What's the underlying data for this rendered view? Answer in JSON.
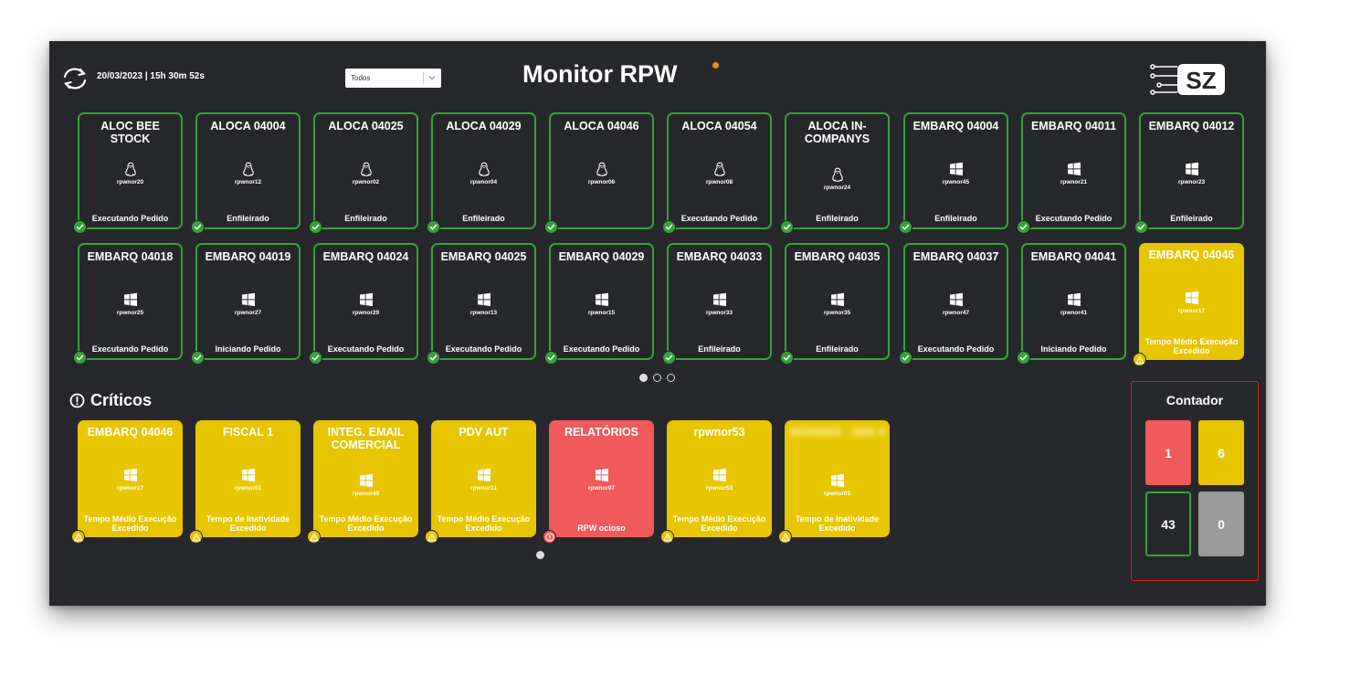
{
  "header": {
    "datetime": "20/03/2023 | 15h 30m 52s",
    "filter_value": "Todos",
    "title": "Monitor RPW",
    "logo_text": "SZ"
  },
  "colors": {
    "ok": "#35a33b",
    "warning": "#e8c501",
    "critical": "#f05a5a",
    "background": "#27282b",
    "idle": "#9a9a9a"
  },
  "grid": [
    {
      "name": "ALOC BEE STOCK",
      "os": "linux-icon",
      "host": "rpwnor20",
      "status": "Executando Pedido",
      "state": "ok"
    },
    {
      "name": "ALOCA 04004",
      "os": "linux-icon",
      "host": "rpwnor12",
      "status": "Enfileirado",
      "state": "ok"
    },
    {
      "name": "ALOCA 04025",
      "os": "linux-icon",
      "host": "rpwnor02",
      "status": "Enfileirado",
      "state": "ok"
    },
    {
      "name": "ALOCA 04029",
      "os": "linux-icon",
      "host": "rpwnor04",
      "status": "Enfileirado",
      "state": "ok"
    },
    {
      "name": "ALOCA 04046",
      "os": "linux-icon",
      "host": "rpwnor06",
      "status": "",
      "state": "ok"
    },
    {
      "name": "ALOCA 04054",
      "os": "linux-icon",
      "host": "rpwnor08",
      "status": "Executando Pedido",
      "state": "ok"
    },
    {
      "name": "ALOCA IN-COMPANYS",
      "os": "linux-icon",
      "host": "rpwnor24",
      "status": "Enfileirado",
      "state": "ok"
    },
    {
      "name": "EMBARQ 04004",
      "os": "windows-icon",
      "host": "rpwnor45",
      "status": "Enfileirado",
      "state": "ok"
    },
    {
      "name": "EMBARQ 04011",
      "os": "windows-icon",
      "host": "rpwnor21",
      "status": "Executando Pedido",
      "state": "ok"
    },
    {
      "name": "EMBARQ 04012",
      "os": "windows-icon",
      "host": "rpwnor23",
      "status": "Enfileirado",
      "state": "ok"
    },
    {
      "name": "EMBARQ 04018",
      "os": "windows-icon",
      "host": "rpwnor25",
      "status": "Executando Pedido",
      "state": "ok"
    },
    {
      "name": "EMBARQ 04019",
      "os": "windows-icon",
      "host": "rpwnor27",
      "status": "Iniciando Pedido",
      "state": "ok"
    },
    {
      "name": "EMBARQ 04024",
      "os": "windows-icon",
      "host": "rpwnor29",
      "status": "Executando Pedido",
      "state": "ok"
    },
    {
      "name": "EMBARQ 04025",
      "os": "windows-icon",
      "host": "rpwnor13",
      "status": "Executando Pedido",
      "state": "ok"
    },
    {
      "name": "EMBARQ 04029",
      "os": "windows-icon",
      "host": "rpwnor15",
      "status": "Executando Pedido",
      "state": "ok"
    },
    {
      "name": "EMBARQ 04033",
      "os": "windows-icon",
      "host": "rpwnor33",
      "status": "Enfileirado",
      "state": "ok"
    },
    {
      "name": "EMBARQ 04035",
      "os": "windows-icon",
      "host": "rpwnor35",
      "status": "Enfileirado",
      "state": "ok"
    },
    {
      "name": "EMBARQ 04037",
      "os": "windows-icon",
      "host": "rpwnor47",
      "status": "Executando Pedido",
      "state": "ok"
    },
    {
      "name": "EMBARQ 04041",
      "os": "windows-icon",
      "host": "rpwnor41",
      "status": "Iniciando Pedido",
      "state": "ok"
    },
    {
      "name": "EMBARQ 04046",
      "os": "windows-icon",
      "host": "rpwnor17",
      "status": "Tempo Médio Execução Excedido",
      "state": "warn"
    }
  ],
  "grid_pages": 3,
  "grid_active_page": 1,
  "criticos": {
    "title": "Críticos",
    "pages": 1,
    "items": [
      {
        "name": "EMBARQ 04046",
        "os": "windows-icon",
        "host": "rpwnor17",
        "status": "Tempo Médio Execução Excedido",
        "state": "warn"
      },
      {
        "name": "FISCAL 1",
        "os": "windows-icon",
        "host": "rpwnor61",
        "status": "Tempo de Inatividade Excedido",
        "state": "warn"
      },
      {
        "name": "INTEG. EMAIL COMERCIAL",
        "os": "windows-icon",
        "host": "rpwnor49",
        "status": "Tempo Médio Execução Excedido",
        "state": "warn"
      },
      {
        "name": "PDV AUT",
        "os": "windows-icon",
        "host": "rpwnor11",
        "status": "Tempo Médio Execução Excedido",
        "state": "warn"
      },
      {
        "name": "RELATÓRIOS",
        "os": "windows-icon",
        "host": "rpwnor07",
        "status": "RPW ocioso",
        "state": "crit"
      },
      {
        "name": "rpwnor53",
        "os": "windows-icon",
        "host": "rpwnor53",
        "status": "Tempo Médio Execução Excedido",
        "state": "warn"
      },
      {
        "name": "XXXXXXX - XXX X",
        "os": "windows-icon",
        "host": "rpwnor03",
        "status": "Tempo de Inatividade Excedido",
        "state": "warn",
        "blurred": true
      }
    ]
  },
  "contador": {
    "title": "Contador",
    "critical": "1",
    "warning": "6",
    "ok": "43",
    "idle": "0"
  }
}
